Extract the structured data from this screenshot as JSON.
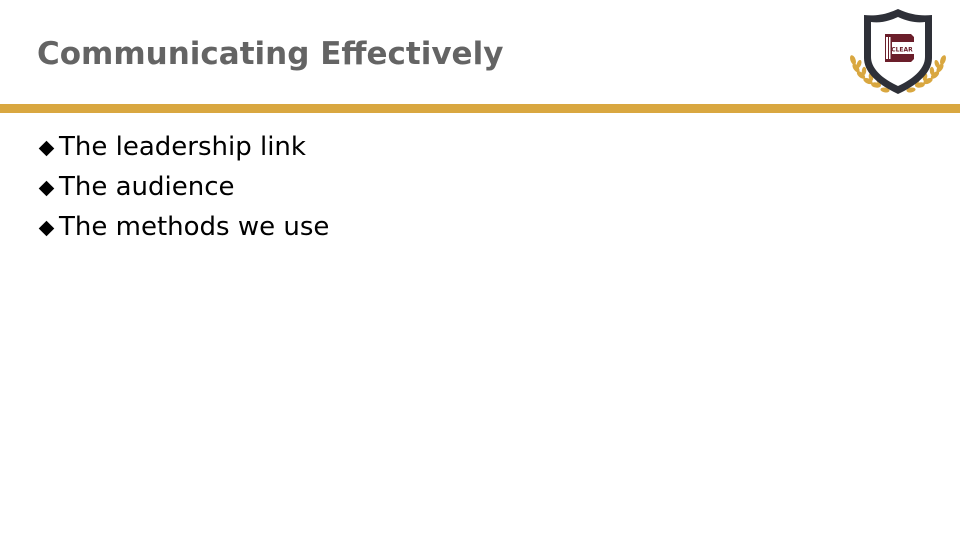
{
  "slide": {
    "title": "Communicating Effectively",
    "accent_color": "#d9a740",
    "bullets": [
      {
        "icon": "diamond-bullet-icon",
        "text": "The leadership link"
      },
      {
        "icon": "diamond-bullet-icon",
        "text": "The audience"
      },
      {
        "icon": "diamond-bullet-icon",
        "text": "The methods we use"
      }
    ],
    "logo": {
      "text": "CLEAR",
      "icon": "shield-laurel-logo-icon",
      "shield_color": "#2e3038",
      "emblem_color": "#6b1e2a",
      "laurel_color": "#d9a740"
    }
  }
}
